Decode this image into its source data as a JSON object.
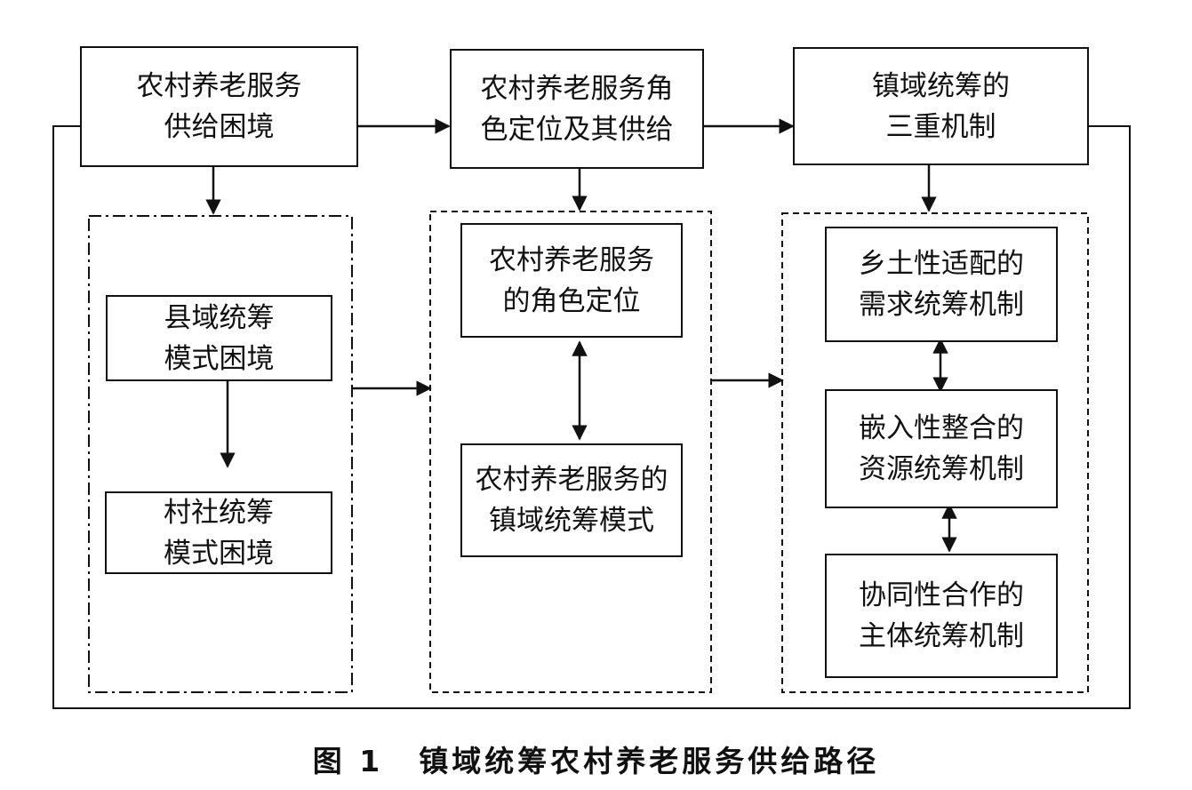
{
  "top_row": {
    "box1": {
      "line1": "农村养老服务",
      "line2": "供给困境"
    },
    "box2": {
      "line1": "农村养老服务角",
      "line2": "色定位及其供给"
    },
    "box3": {
      "line1": "镇域统筹的",
      "line2": "三重机制"
    }
  },
  "left_group": {
    "county": {
      "line1": "县域统筹",
      "line2": "模式困境"
    },
    "village": {
      "line1": "村社统筹",
      "line2": "模式困境"
    }
  },
  "middle_group": {
    "role": {
      "line1": "农村养老服务",
      "line2": "的角色定位"
    },
    "town": {
      "line1": "农村养老服务的",
      "line2": "镇域统筹模式"
    }
  },
  "right_group": {
    "demand": {
      "line1": "乡土性适配的",
      "line2": "需求统筹机制"
    },
    "resource": {
      "line1": "嵌入性整合的",
      "line2": "资源统筹机制"
    },
    "subject": {
      "line1": "协同性合作的",
      "line2": "主体统筹机制"
    }
  },
  "caption": {
    "figure_number": "图 1",
    "title": "镇域统筹农村养老服务供给路径"
  }
}
